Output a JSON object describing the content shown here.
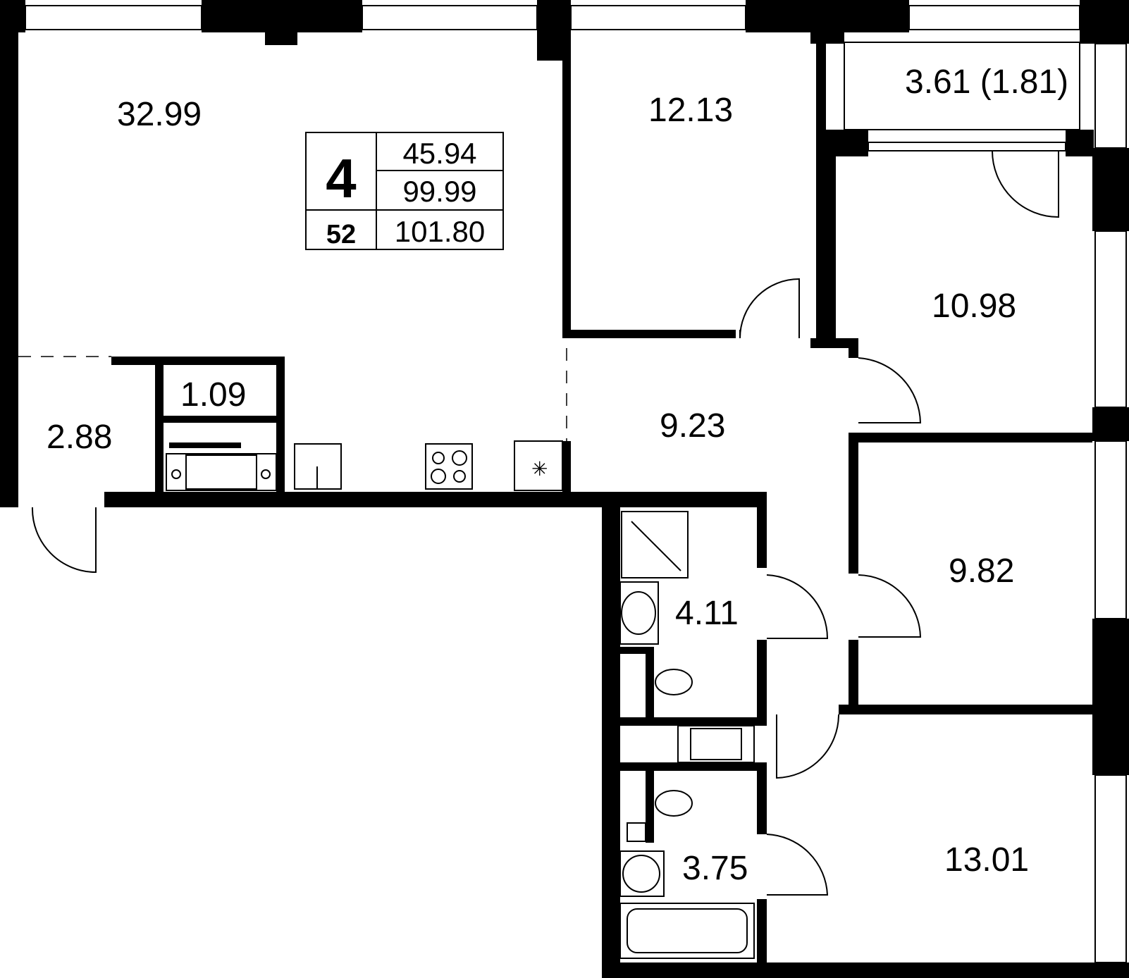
{
  "plan": {
    "summary": {
      "rooms": "4",
      "floor": "52",
      "living_area": "45.94",
      "total_area": "99.99",
      "total_area_with_balcony": "101.80"
    },
    "rooms": [
      {
        "id": "living-kitchen",
        "label": "32.99"
      },
      {
        "id": "bedroom-top",
        "label": "12.13"
      },
      {
        "id": "balcony",
        "label": "3.61 (1.81)"
      },
      {
        "id": "bedroom-right-1",
        "label": "10.98"
      },
      {
        "id": "hall",
        "label": "9.23"
      },
      {
        "id": "bedroom-right-2",
        "label": "9.82"
      },
      {
        "id": "bedroom-right-3",
        "label": "13.01"
      },
      {
        "id": "bathroom-1",
        "label": "4.11"
      },
      {
        "id": "bathroom-2",
        "label": "3.75"
      },
      {
        "id": "closet",
        "label": "1.09"
      },
      {
        "id": "entry",
        "label": "2.88"
      }
    ]
  },
  "colors": {
    "wall": "#000000",
    "background": "#ffffff"
  }
}
